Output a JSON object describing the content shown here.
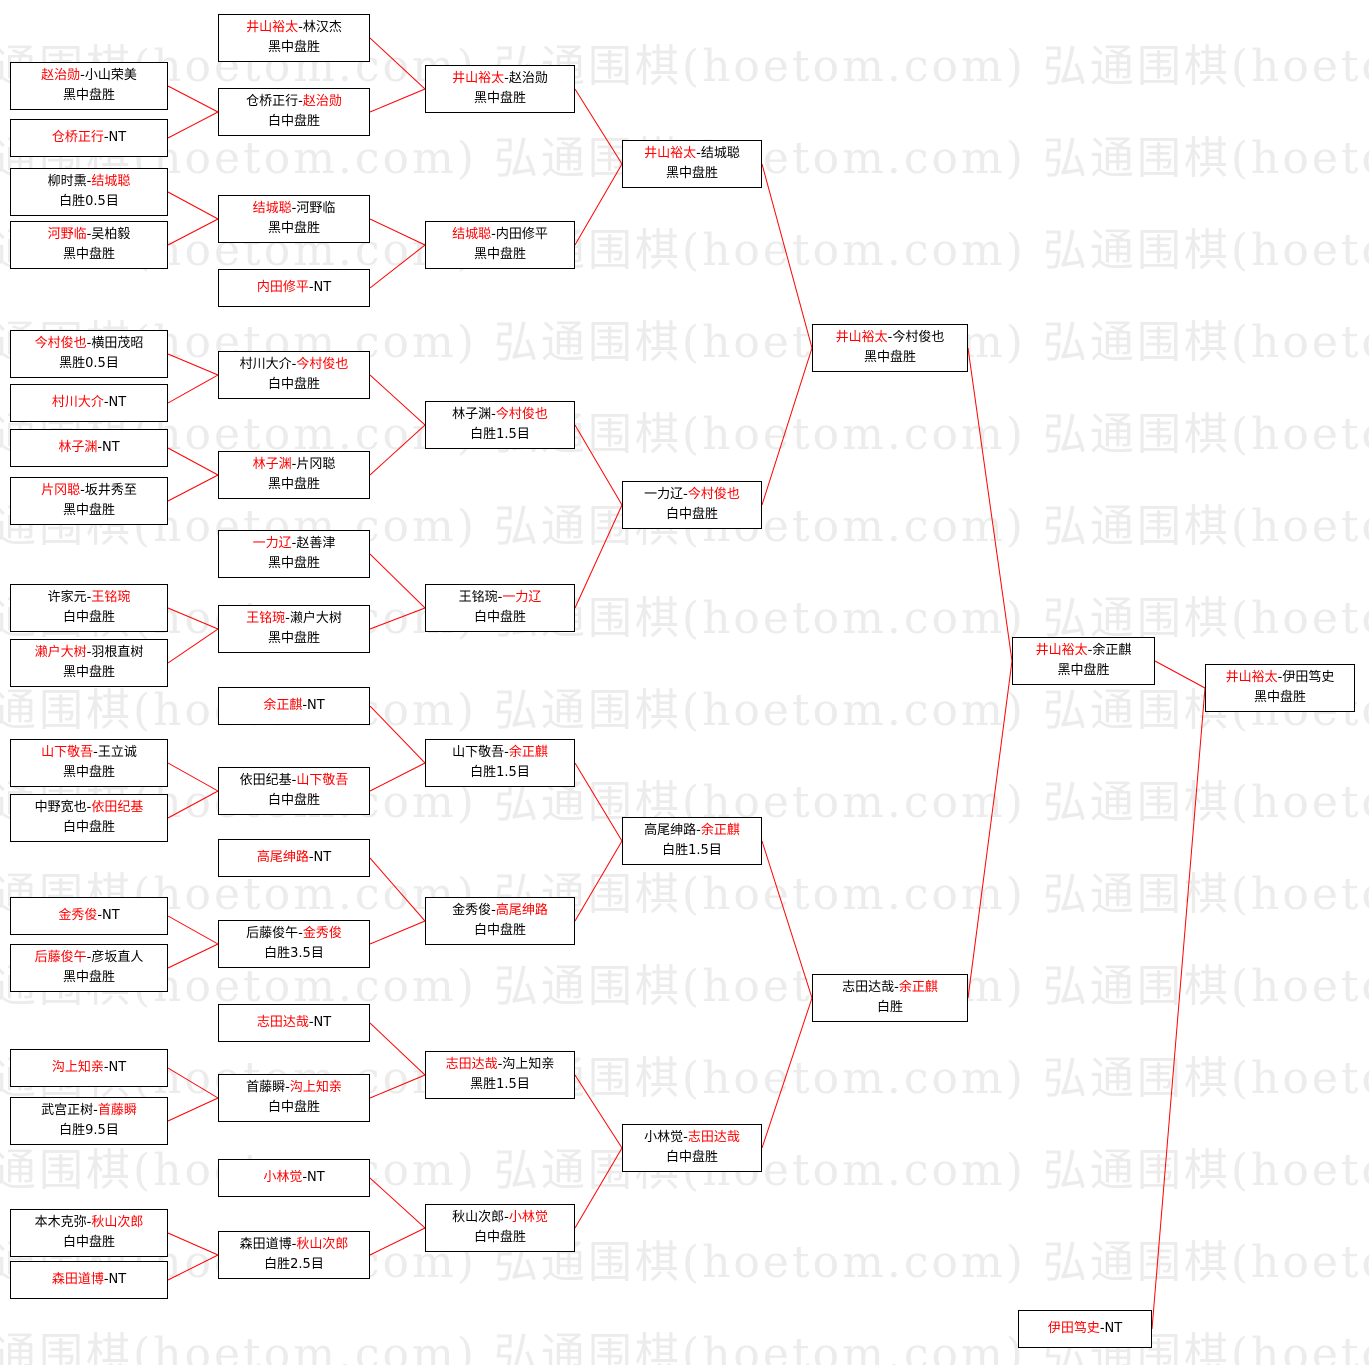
{
  "watermark": {
    "text": "弘通围棋(hoetom.com)"
  },
  "colors": {
    "winner": "#ff0000",
    "connector": "#ff0000",
    "box_border": "#000000",
    "watermark_text": "#ececec"
  },
  "nodes": [
    {
      "id": "n1",
      "pre": "",
      "red": "赵治勋",
      "post": "-小山荣美",
      "result": "黑中盘胜"
    },
    {
      "id": "n2",
      "pre": "",
      "red": "仓桥正行",
      "post": "-NT",
      "result": ""
    },
    {
      "id": "n3",
      "pre": "柳时熏-",
      "red": "结城聪",
      "post": "",
      "result": "白胜0.5目"
    },
    {
      "id": "n4",
      "pre": "",
      "red": "河野临",
      "post": "-吴柏毅",
      "result": "黑中盘胜"
    },
    {
      "id": "n5",
      "pre": "",
      "red": "今村俊也",
      "post": "-横田茂昭",
      "result": "黑胜0.5目"
    },
    {
      "id": "n6",
      "pre": "",
      "red": "村川大介",
      "post": "-NT",
      "result": ""
    },
    {
      "id": "n7",
      "pre": "",
      "red": "林子渊",
      "post": "-NT",
      "result": ""
    },
    {
      "id": "n8",
      "pre": "",
      "red": "片冈聪",
      "post": "-坂井秀至",
      "result": "黑中盘胜"
    },
    {
      "id": "n9",
      "pre": "许家元-",
      "red": "王铭琬",
      "post": "",
      "result": "白中盘胜"
    },
    {
      "id": "n10",
      "pre": "",
      "red": "濑户大树",
      "post": "-羽根直树",
      "result": "黑中盘胜"
    },
    {
      "id": "n11",
      "pre": "",
      "red": "山下敬吾",
      "post": "-王立诚",
      "result": "黑中盘胜"
    },
    {
      "id": "n12",
      "pre": "中野宽也-",
      "red": "依田纪基",
      "post": "",
      "result": "白中盘胜"
    },
    {
      "id": "n13",
      "pre": "",
      "red": "金秀俊",
      "post": "-NT",
      "result": ""
    },
    {
      "id": "n14",
      "pre": "",
      "red": "后藤俊午",
      "post": "-彦坂直人",
      "result": "黑中盘胜"
    },
    {
      "id": "n15",
      "pre": "",
      "red": "沟上知亲",
      "post": "-NT",
      "result": ""
    },
    {
      "id": "n16",
      "pre": "武宫正树-",
      "red": "首藤瞬",
      "post": "",
      "result": "白胜9.5目"
    },
    {
      "id": "n17",
      "pre": "本木克弥-",
      "red": "秋山次郎",
      "post": "",
      "result": "白中盘胜"
    },
    {
      "id": "n18",
      "pre": "",
      "red": "森田道博",
      "post": "-NT",
      "result": ""
    },
    {
      "id": "n19",
      "pre": "",
      "red": "井山裕太",
      "post": "-林汉杰",
      "result": "黑中盘胜"
    },
    {
      "id": "n20",
      "pre": "仓桥正行-",
      "red": "赵治勋",
      "post": "",
      "result": "白中盘胜"
    },
    {
      "id": "n21",
      "pre": "",
      "red": "结城聪",
      "post": "-河野临",
      "result": "黑中盘胜"
    },
    {
      "id": "n22",
      "pre": "",
      "red": "内田修平",
      "post": "-NT",
      "result": ""
    },
    {
      "id": "n23",
      "pre": "村川大介-",
      "red": "今村俊也",
      "post": "",
      "result": "白中盘胜"
    },
    {
      "id": "n24",
      "pre": "",
      "red": "林子渊",
      "post": "-片冈聪",
      "result": "黑中盘胜"
    },
    {
      "id": "n25",
      "pre": "",
      "red": "一力辽",
      "post": "-赵善津",
      "result": "黑中盘胜"
    },
    {
      "id": "n26",
      "pre": "",
      "red": "王铭琬",
      "post": "-濑户大树",
      "result": "黑中盘胜"
    },
    {
      "id": "n27",
      "pre": "",
      "red": "余正麒",
      "post": "-NT",
      "result": ""
    },
    {
      "id": "n28",
      "pre": "依田纪基-",
      "red": "山下敬吾",
      "post": "",
      "result": "白中盘胜"
    },
    {
      "id": "n29",
      "pre": "",
      "red": "高尾绅路",
      "post": "-NT",
      "result": ""
    },
    {
      "id": "n30",
      "pre": "后藤俊午-",
      "red": "金秀俊",
      "post": "",
      "result": "白胜3.5目"
    },
    {
      "id": "n31",
      "pre": "",
      "red": "志田达哉",
      "post": "-NT",
      "result": ""
    },
    {
      "id": "n32",
      "pre": "首藤瞬-",
      "red": "沟上知亲",
      "post": "",
      "result": "白中盘胜"
    },
    {
      "id": "n33",
      "pre": "",
      "red": "小林觉",
      "post": "-NT",
      "result": ""
    },
    {
      "id": "n34",
      "pre": "森田道博-",
      "red": "秋山次郎",
      "post": "",
      "result": "白胜2.5目"
    },
    {
      "id": "n35",
      "pre": "",
      "red": "井山裕太",
      "post": "-赵治勋",
      "result": "黑中盘胜"
    },
    {
      "id": "n36",
      "pre": "",
      "red": "结城聪",
      "post": "-内田修平",
      "result": "黑中盘胜"
    },
    {
      "id": "n37",
      "pre": "林子渊-",
      "red": "今村俊也",
      "post": "",
      "result": "白胜1.5目"
    },
    {
      "id": "n38",
      "pre": "王铭琬-",
      "red": "一力辽",
      "post": "",
      "result": "白中盘胜"
    },
    {
      "id": "n39",
      "pre": "山下敬吾-",
      "red": "余正麒",
      "post": "",
      "result": "白胜1.5目"
    },
    {
      "id": "n40",
      "pre": "金秀俊-",
      "red": "高尾绅路",
      "post": "",
      "result": "白中盘胜"
    },
    {
      "id": "n41",
      "pre": "",
      "red": "志田达哉",
      "post": "-沟上知亲",
      "result": "黑胜1.5目"
    },
    {
      "id": "n42",
      "pre": "秋山次郎-",
      "red": "小林觉",
      "post": "",
      "result": "白中盘胜"
    },
    {
      "id": "n43",
      "pre": "",
      "red": "井山裕太",
      "post": "-结城聪",
      "result": "黑中盘胜"
    },
    {
      "id": "n44",
      "pre": "一力辽-",
      "red": "今村俊也",
      "post": "",
      "result": "白中盘胜"
    },
    {
      "id": "n45",
      "pre": "高尾绅路-",
      "red": "余正麒",
      "post": "",
      "result": "白胜1.5目"
    },
    {
      "id": "n46",
      "pre": "小林觉-",
      "red": "志田达哉",
      "post": "",
      "result": "白中盘胜"
    },
    {
      "id": "n47",
      "pre": "",
      "red": "井山裕太",
      "post": "-今村俊也",
      "result": "黑中盘胜"
    },
    {
      "id": "n48",
      "pre": "志田达哉-",
      "red": "余正麒",
      "post": "",
      "result": "白胜"
    },
    {
      "id": "n49",
      "pre": "",
      "red": "井山裕太",
      "post": "-余正麒",
      "result": "黑中盘胜"
    },
    {
      "id": "n50",
      "pre": "",
      "red": "井山裕太",
      "post": "-伊田笃史",
      "result": "黑中盘胜"
    },
    {
      "id": "n51",
      "pre": "",
      "red": "伊田笃史",
      "post": "-NT",
      "result": ""
    }
  ],
  "edges": [
    [
      "n1",
      "n20"
    ],
    [
      "n2",
      "n20"
    ],
    [
      "n3",
      "n21"
    ],
    [
      "n4",
      "n21"
    ],
    [
      "n5",
      "n23"
    ],
    [
      "n6",
      "n23"
    ],
    [
      "n7",
      "n24"
    ],
    [
      "n8",
      "n24"
    ],
    [
      "n9",
      "n26"
    ],
    [
      "n10",
      "n26"
    ],
    [
      "n11",
      "n28"
    ],
    [
      "n12",
      "n28"
    ],
    [
      "n13",
      "n30"
    ],
    [
      "n14",
      "n30"
    ],
    [
      "n15",
      "n32"
    ],
    [
      "n16",
      "n32"
    ],
    [
      "n17",
      "n34"
    ],
    [
      "n18",
      "n34"
    ],
    [
      "n19",
      "n35"
    ],
    [
      "n20",
      "n35"
    ],
    [
      "n21",
      "n36"
    ],
    [
      "n22",
      "n36"
    ],
    [
      "n23",
      "n37"
    ],
    [
      "n24",
      "n37"
    ],
    [
      "n25",
      "n38"
    ],
    [
      "n26",
      "n38"
    ],
    [
      "n27",
      "n39"
    ],
    [
      "n28",
      "n39"
    ],
    [
      "n29",
      "n40"
    ],
    [
      "n30",
      "n40"
    ],
    [
      "n31",
      "n41"
    ],
    [
      "n32",
      "n41"
    ],
    [
      "n33",
      "n42"
    ],
    [
      "n34",
      "n42"
    ],
    [
      "n35",
      "n43"
    ],
    [
      "n36",
      "n43"
    ],
    [
      "n37",
      "n44"
    ],
    [
      "n38",
      "n44"
    ],
    [
      "n39",
      "n45"
    ],
    [
      "n40",
      "n45"
    ],
    [
      "n41",
      "n46"
    ],
    [
      "n42",
      "n46"
    ],
    [
      "n43",
      "n47"
    ],
    [
      "n44",
      "n47"
    ],
    [
      "n45",
      "n48"
    ],
    [
      "n46",
      "n48"
    ],
    [
      "n47",
      "n49"
    ],
    [
      "n48",
      "n49"
    ],
    [
      "n49",
      "n50"
    ],
    [
      "n51",
      "n50"
    ]
  ]
}
